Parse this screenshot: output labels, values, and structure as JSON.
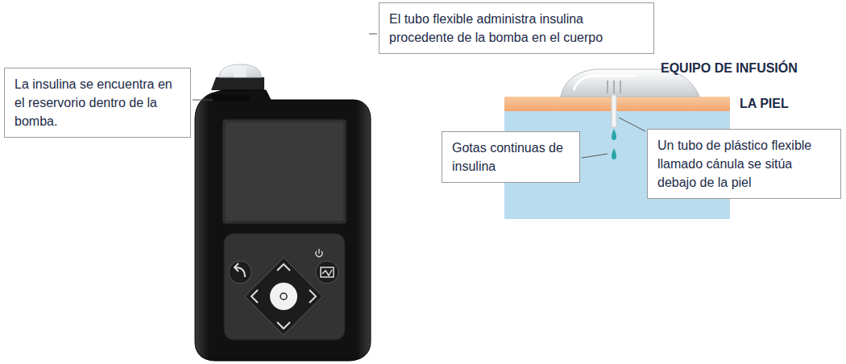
{
  "diagram": {
    "nodes": [
      {
        "text": [
          "El tubo flexible administra insulina procedente de la bomba en el cuerpo"
        ]
      },
      {
        "text": [
          "La insulina se encuentra en el reservorio dentro de la bomba."
        ]
      },
      {
        "text": [
          "Gotas continuas de insulina"
        ]
      },
      {
        "text": [
          "Un tubo de plástico flexible llamado cánula se sitúa debajo de la piel"
        ]
      }
    ],
    "labels": [
      "EQUIPO DE INFUSIÓN",
      "LA PIEL"
    ]
  }
}
